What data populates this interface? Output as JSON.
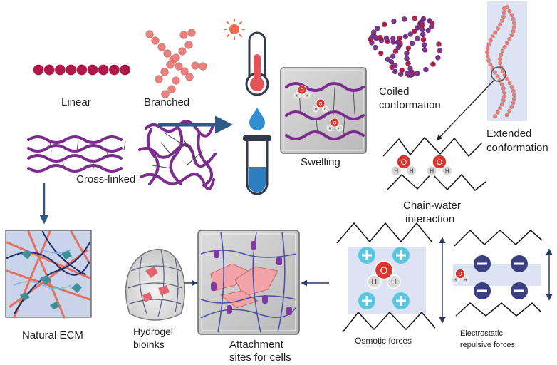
{
  "labels": {
    "linear": "Linear",
    "branched": "Branched",
    "cross_linked": "Cross-linked",
    "swelling": "Swelling",
    "coiled_line1": "Coiled",
    "coiled_line2": "conformation",
    "extended_line1": "Extended",
    "extended_line2": "conformation",
    "chain_water_line1": "Chain-water",
    "chain_water_line2": "interaction",
    "natural_ecm": "Natural ECM",
    "hydrogel_line1": "Hydrogel",
    "hydrogel_line2": "bioinks",
    "attachment_line1": "Attachment",
    "attachment_line2": "sites for cells",
    "osmotic": "Osmotic forces",
    "electrostatic_line1": "Electrostatic",
    "electrostatic_line2": "repulsive forces"
  },
  "water": {
    "oxygen": "O",
    "hydrogen": "H"
  },
  "colors": {
    "polymer_red": "#b0184a",
    "polymer_purple": "#7c2b8f",
    "arrow_blue": "#2e5a87",
    "thermo_red": "#e5535a",
    "sun_orange": "#ef6a4d",
    "drop_blue": "#2f8fd0",
    "tube_blue": "#2b7ec1",
    "cation": "#5cc6e0",
    "anion": "#3a3f82",
    "ecm_fiber": "#e56f5e",
    "ecm_cell": "#3f8f98",
    "cell_pink": "#f2a3a6",
    "extended_bead": "#ee7f7a",
    "coil_purple": "#7b3591",
    "coil_red": "#b51f4d"
  }
}
